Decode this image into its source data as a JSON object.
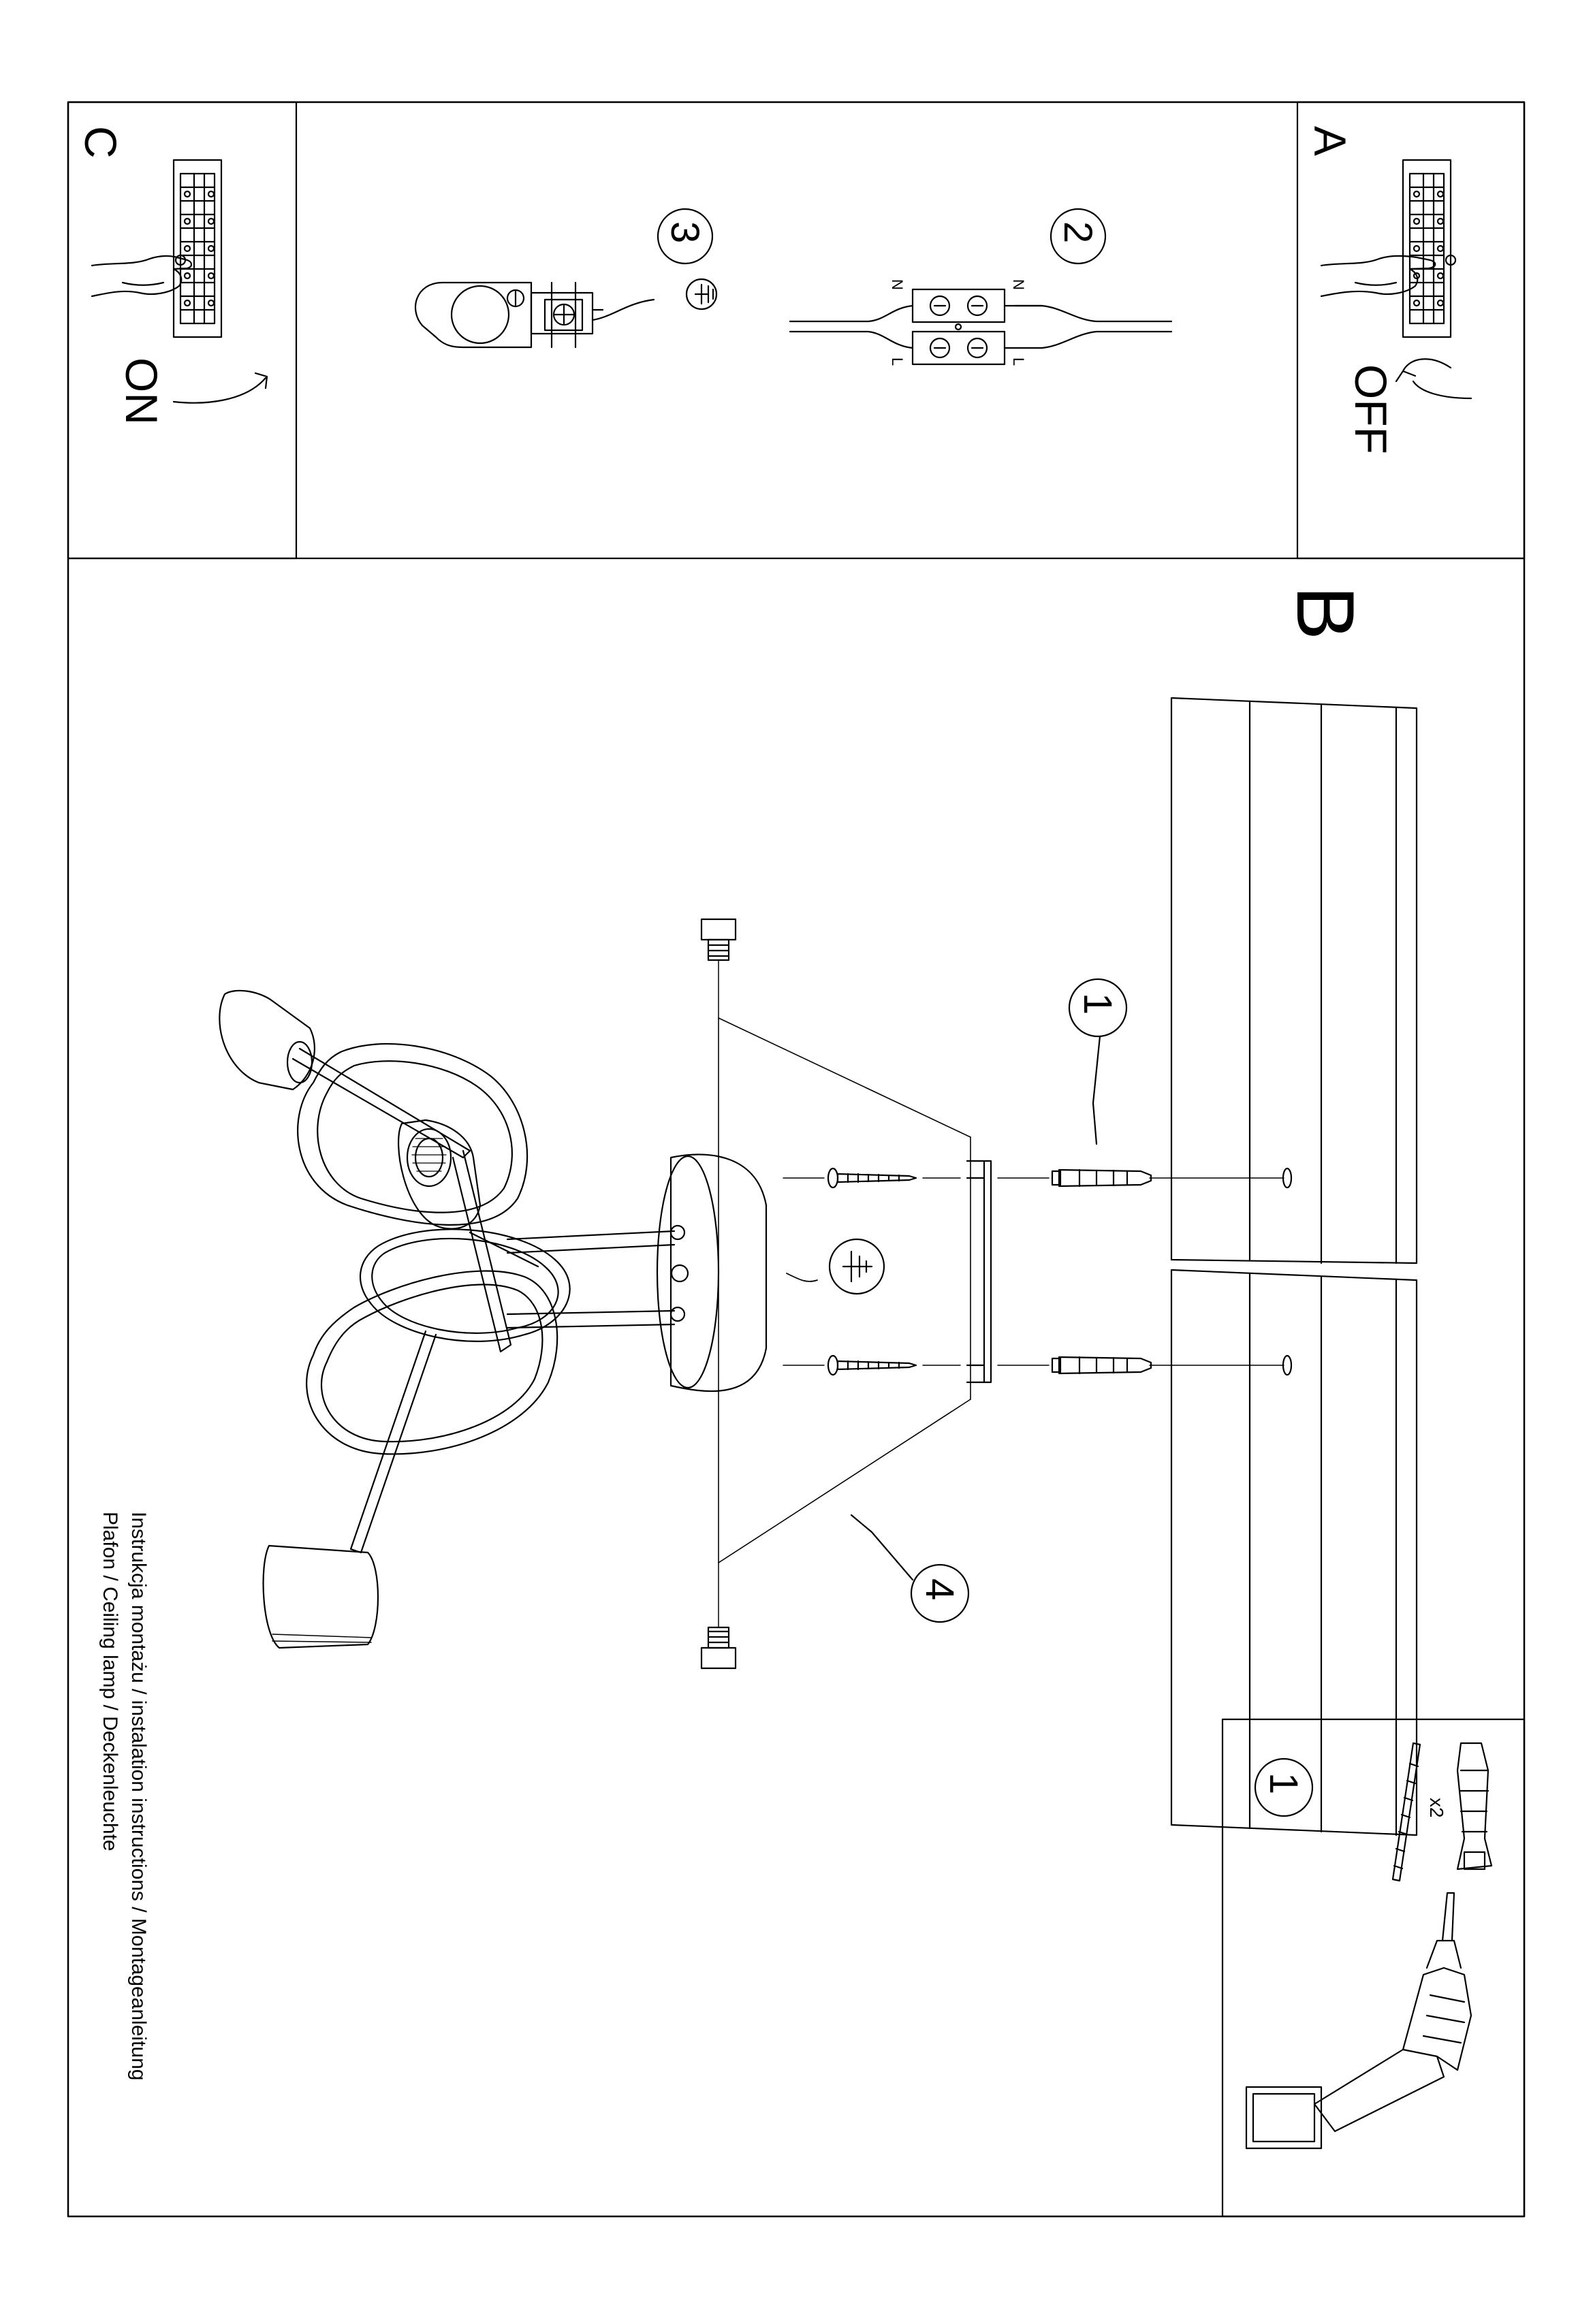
{
  "panels": {
    "A": {
      "letter": "A",
      "action": "OFF"
    },
    "B": {
      "letter": "B"
    },
    "C": {
      "letter": "C",
      "action": "ON"
    }
  },
  "steps": {
    "step1": "1",
    "step2": "2",
    "step3": "3",
    "step4": "4",
    "kit_step": "1"
  },
  "terminal_labels": {
    "neutral": "N",
    "live": "L"
  },
  "kit": {
    "quantity": "x2"
  },
  "footer": {
    "line1": "Instrukcja montażu / instalation instructions / Montageanleitung",
    "line2": "Plafon / Ceiling lamp / Deckenleuchte"
  },
  "icons": [
    "breaker-hand-icon",
    "arrow-icon",
    "earth-ground-icon",
    "wire-connector-icon",
    "screw-icon",
    "wall-plug-icon",
    "drill-icon",
    "lamp-socket-icon"
  ]
}
